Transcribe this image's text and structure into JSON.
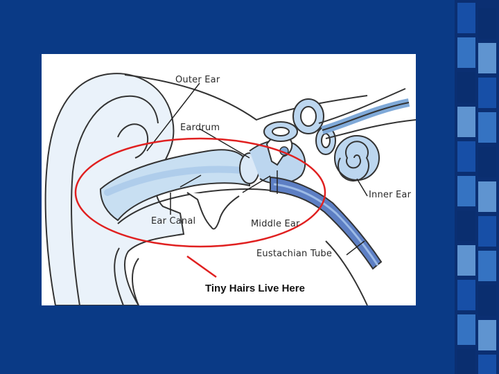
{
  "slide": {
    "background_color": "#0a3a86",
    "tile_colors": [
      "#1a55b0",
      "#3d7fd0",
      "#0b2e6e",
      "#6ea6e0"
    ]
  },
  "diagram": {
    "labels": {
      "outer_ear": "Outer Ear",
      "eardrum": "Eardrum",
      "inner_ear": "Inner Ear",
      "ear_canal": "Ear Canal",
      "middle_ear": "Middle Ear",
      "eustachian_tube": "Eustachian Tube"
    },
    "caption": "Tiny Hairs Live Here",
    "highlight_color": "#e02020"
  }
}
